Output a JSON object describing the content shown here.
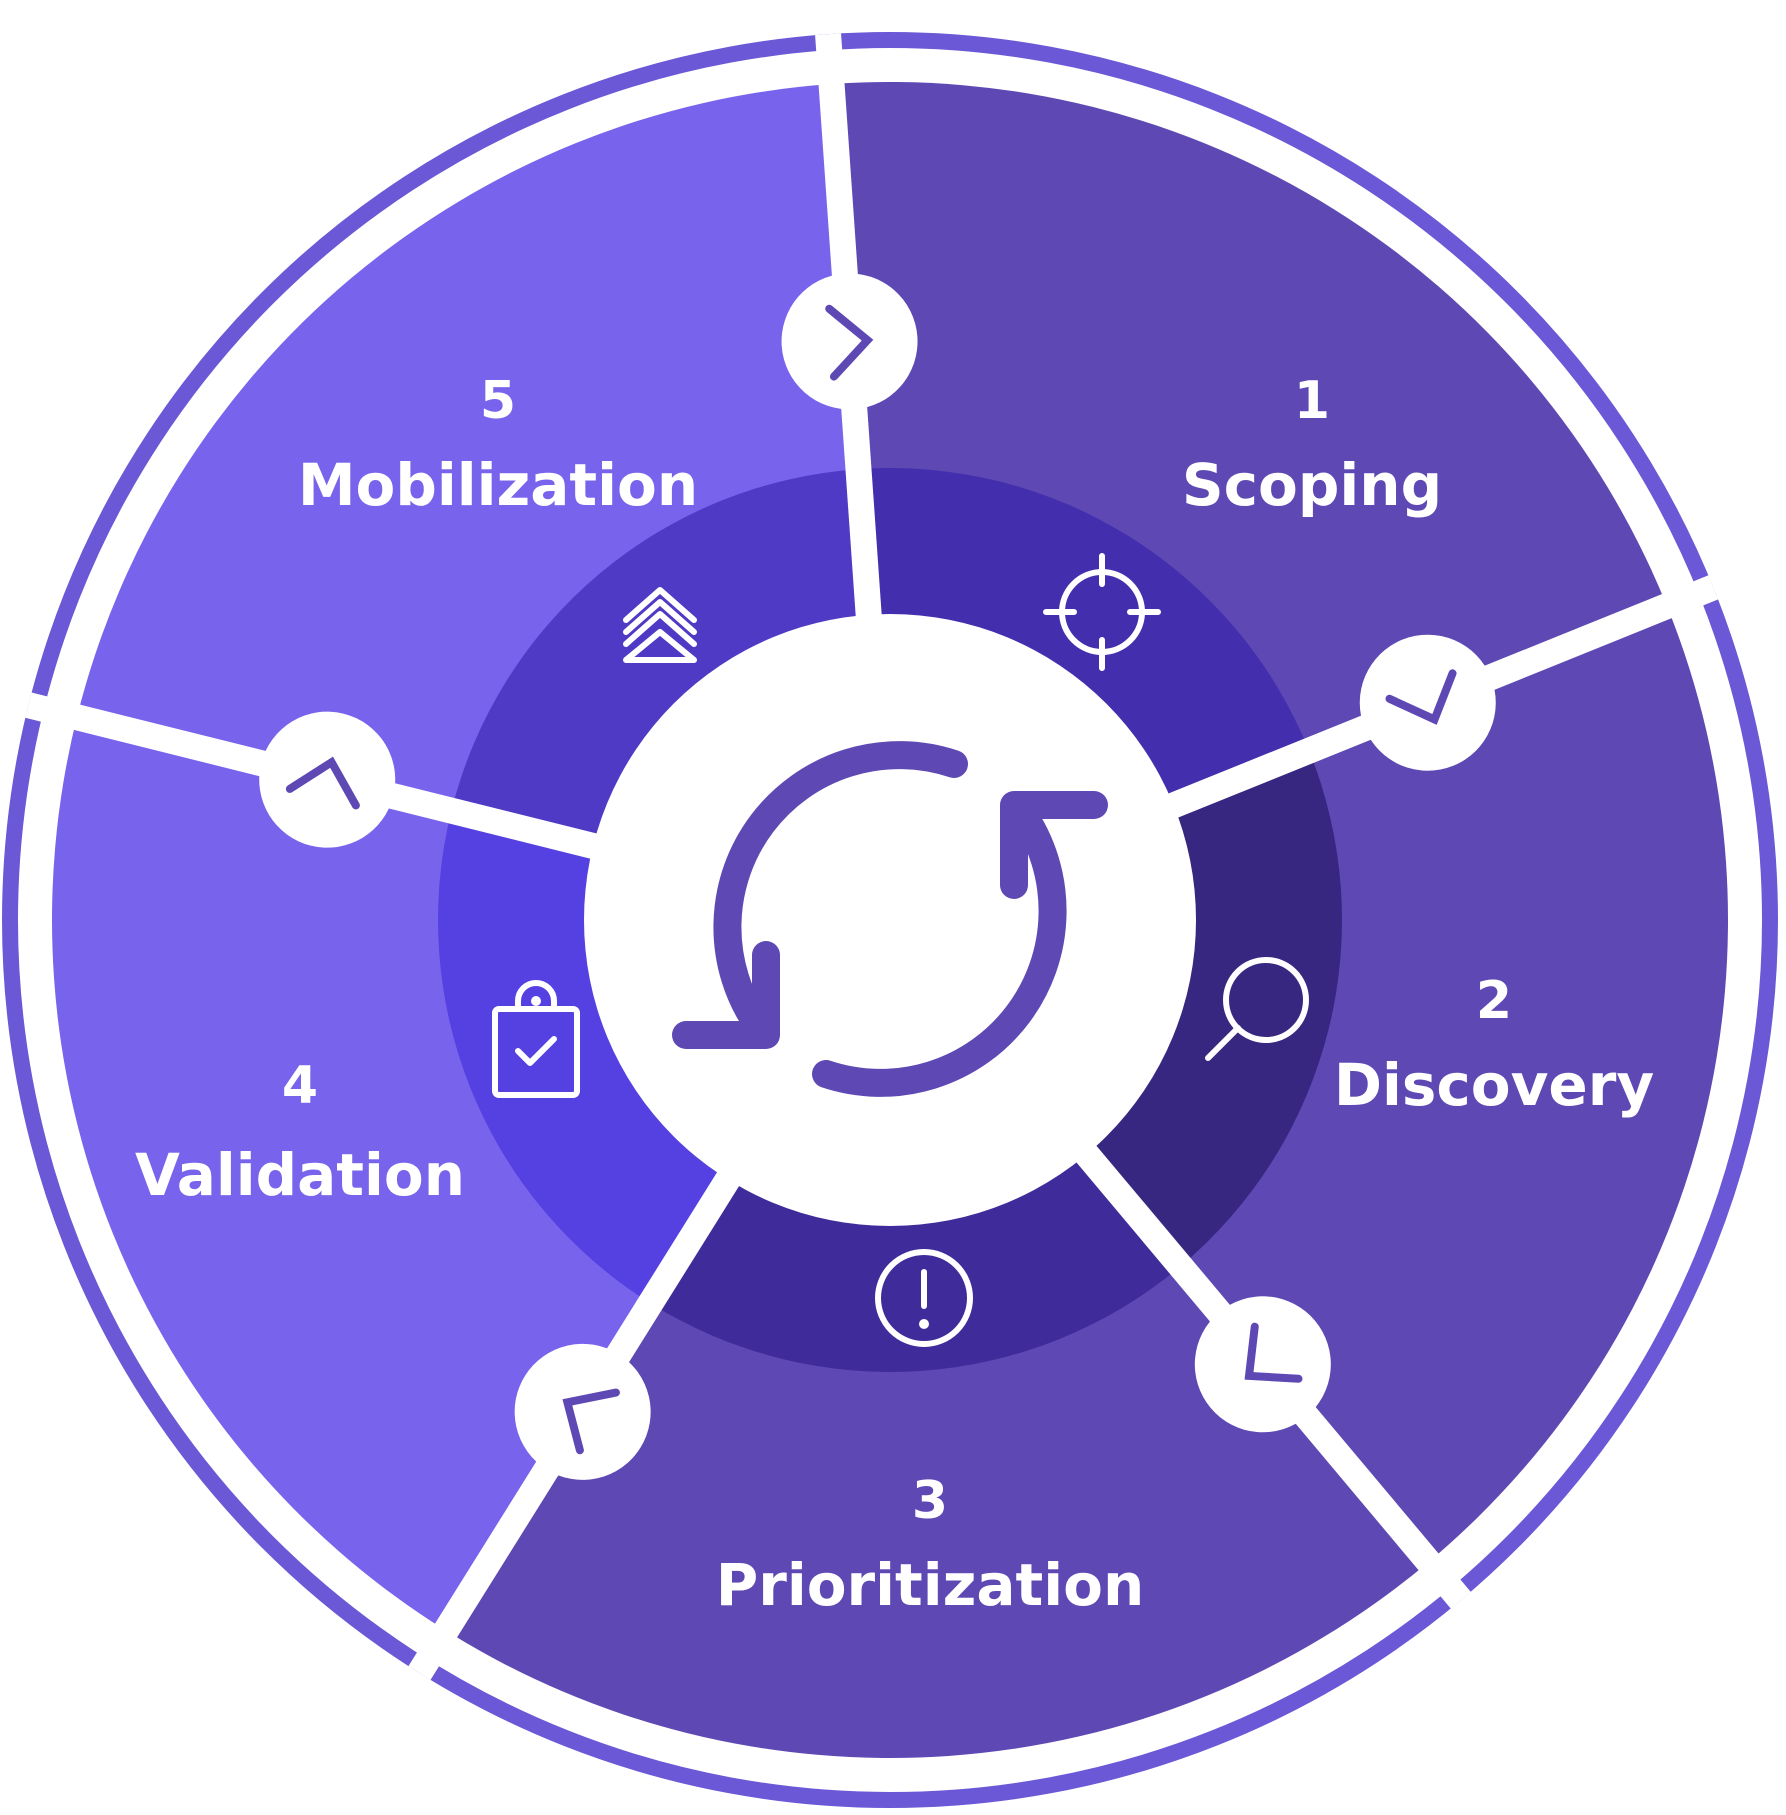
{
  "colors": {
    "ring_stroke": "#6a58d6",
    "center_arrows": "#5e49b4",
    "connector_chevron": "#5e49b4"
  },
  "center": {
    "icon": "cycle-arrows-icon"
  },
  "stages": [
    {
      "number": "1",
      "label": "Scoping",
      "icon": "crosshair-icon",
      "outer_color": "#5e49b4",
      "inner_color": "#432fae"
    },
    {
      "number": "2",
      "label": "Discovery",
      "icon": "magnifier-icon",
      "outer_color": "#5e49b4",
      "inner_color": "#372780"
    },
    {
      "number": "3",
      "label": "Prioritization",
      "icon": "alert-circle-icon",
      "outer_color": "#5e49b4",
      "inner_color": "#3f2c9a"
    },
    {
      "number": "4",
      "label": "Validation",
      "icon": "clipboard-check-icon",
      "outer_color": "#7864ec",
      "inner_color": "#5540e2"
    },
    {
      "number": "5",
      "label": "Mobilization",
      "icon": "layers-up-icon",
      "outer_color": "#7864ec",
      "inner_color": "#4f3ac5"
    }
  ]
}
